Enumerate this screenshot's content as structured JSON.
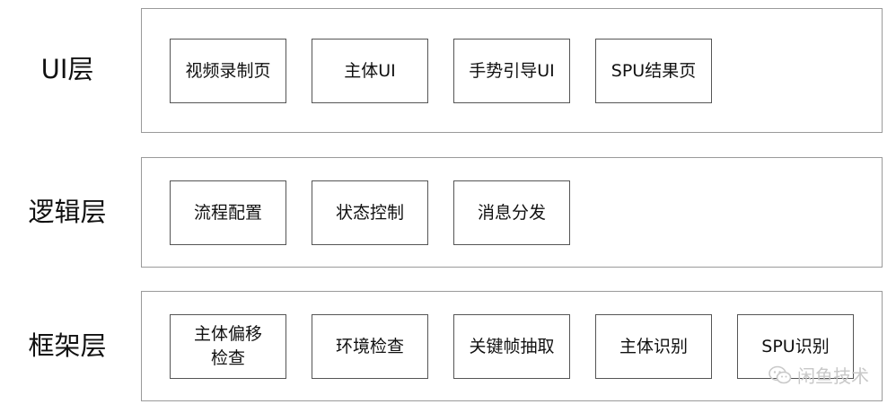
{
  "layers": [
    {
      "label": "UI层",
      "modules": [
        "视频录制页",
        "主体UI",
        "手势引导UI",
        "SPU结果页"
      ]
    },
    {
      "label": "逻辑层",
      "modules": [
        "流程配置",
        "状态控制",
        "消息分发"
      ]
    },
    {
      "label": "框架层",
      "modules": [
        "主体偏移\n检查",
        "环境检查",
        "关键帧抽取",
        "主体识别",
        "SPU识别"
      ]
    }
  ],
  "watermark": {
    "text": "闲鱼技术",
    "icon": "wechat-icon"
  }
}
